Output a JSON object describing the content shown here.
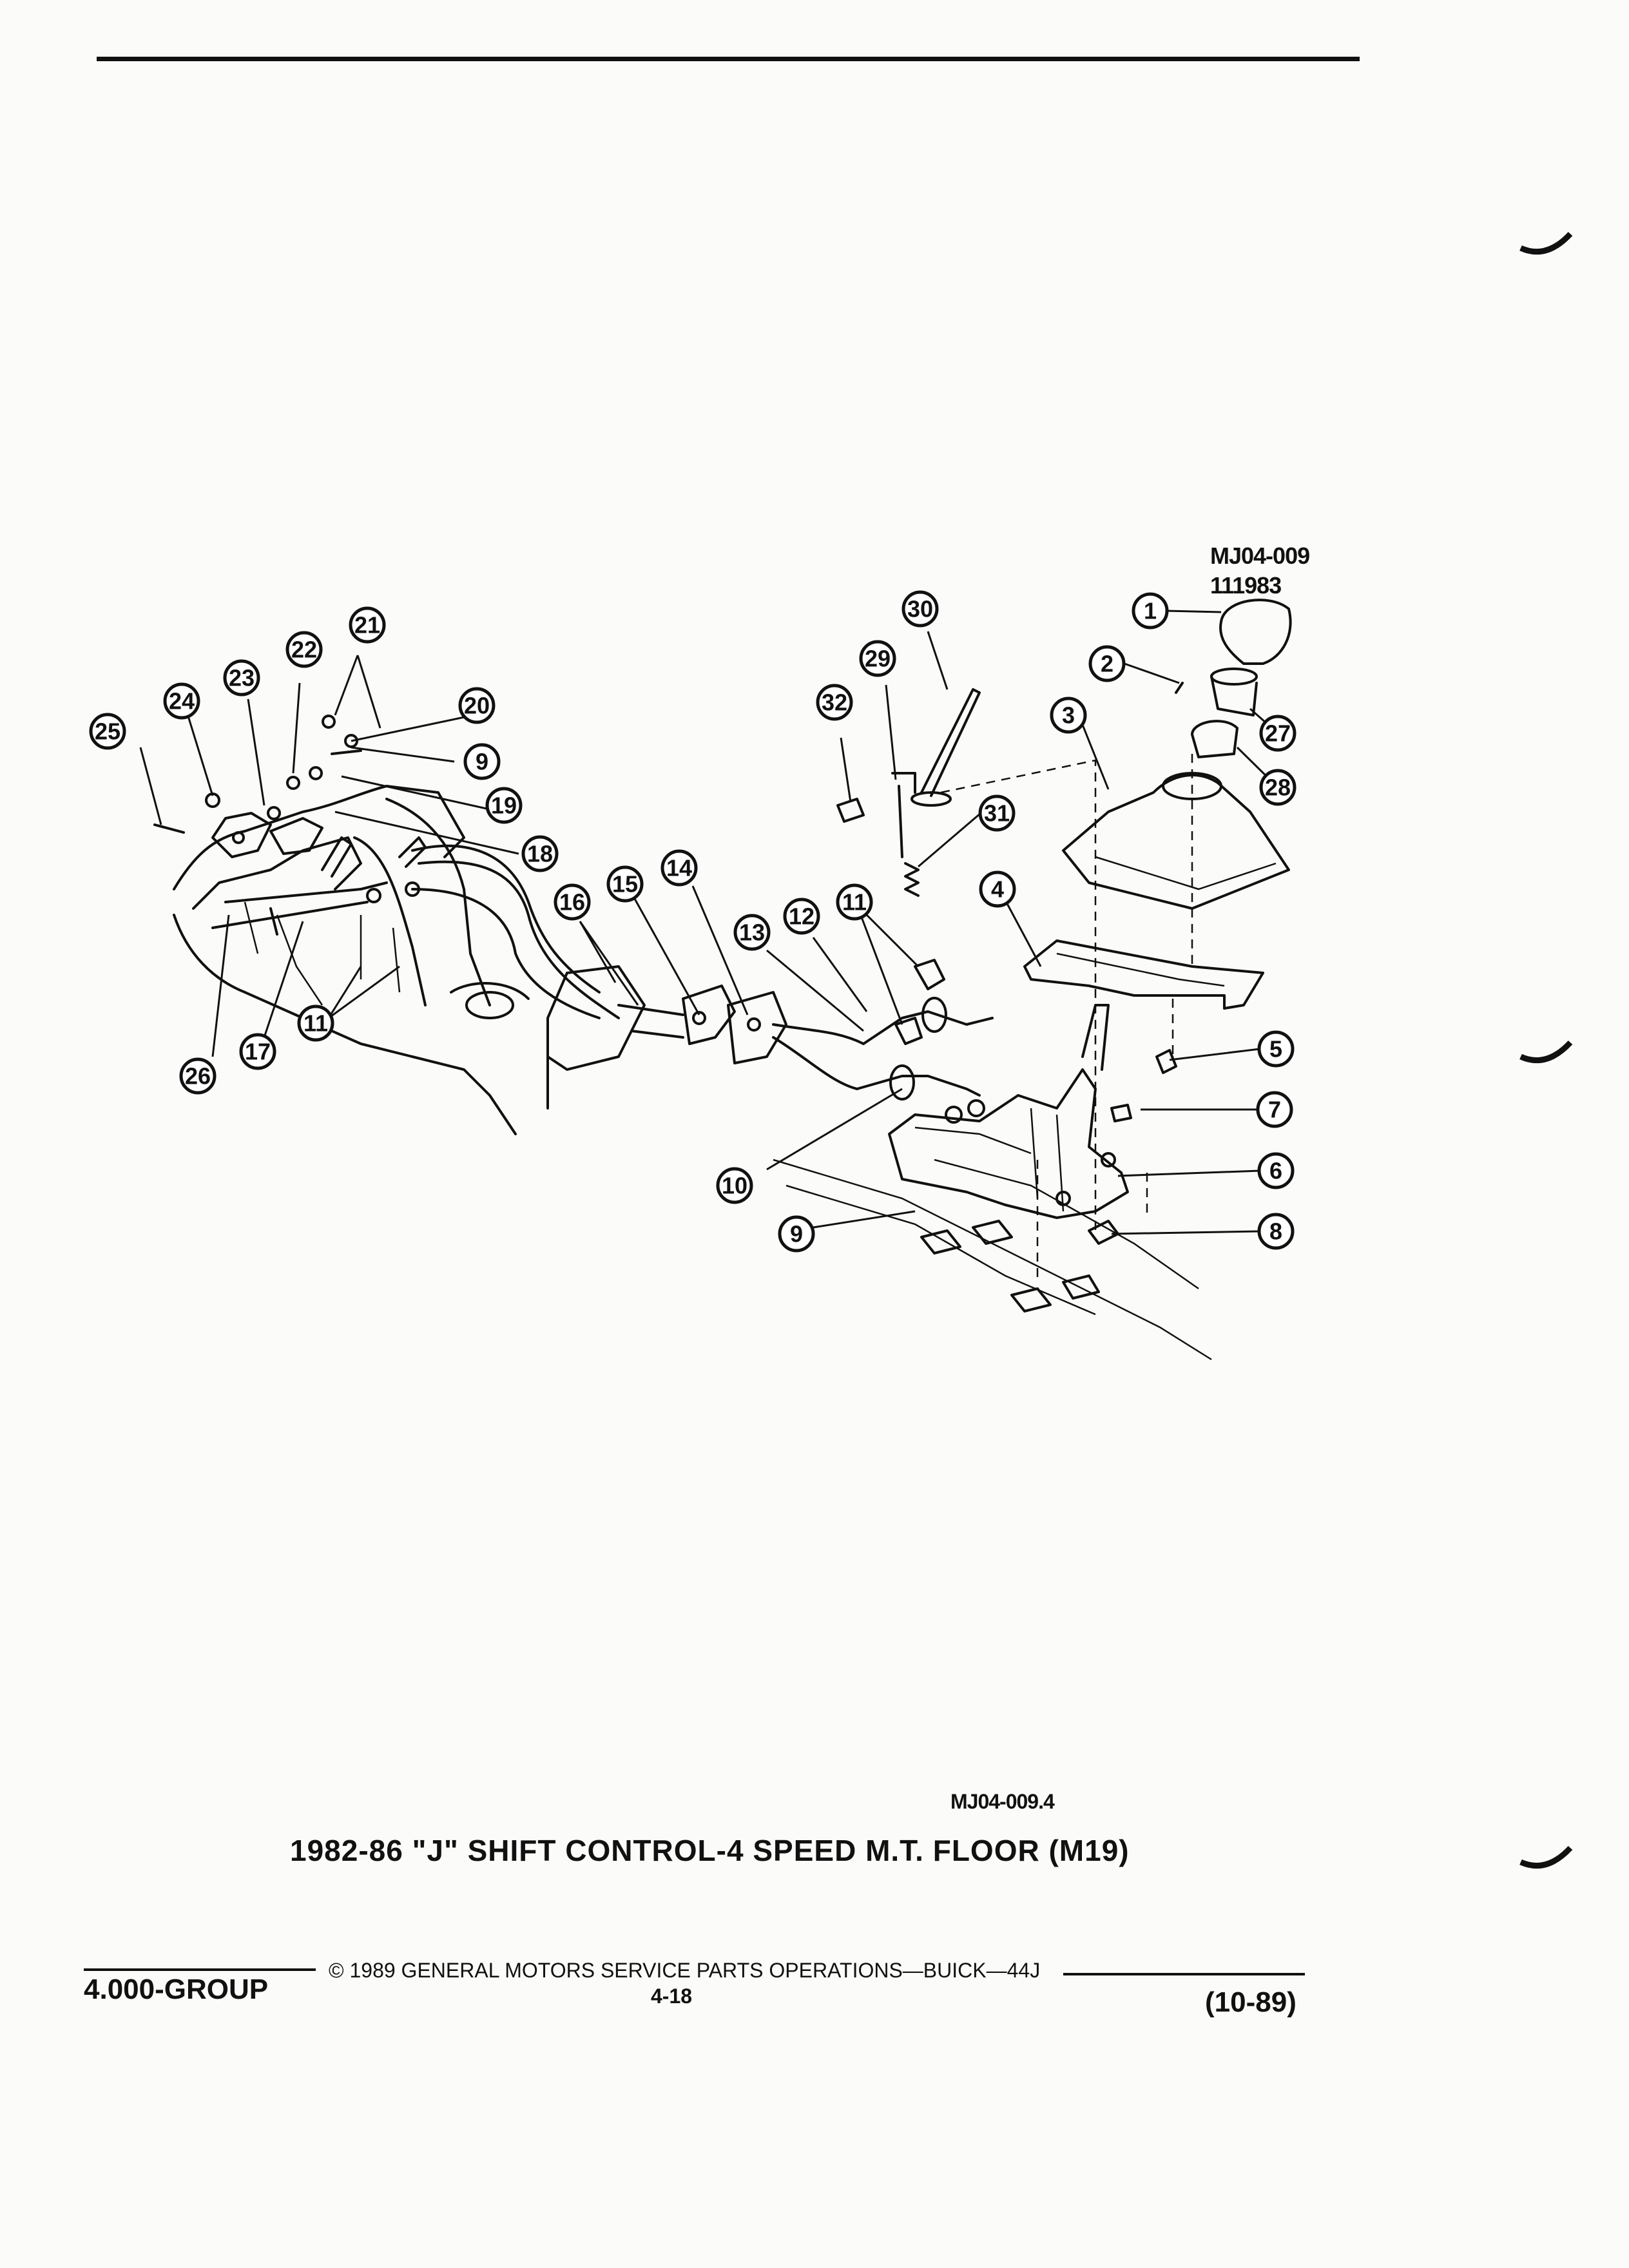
{
  "header": {},
  "diagram": {
    "ref_code": "MJ04-009",
    "ref_number": "111983",
    "bottom_ref_code": "MJ04-009.4",
    "callouts": [
      {
        "id": "c1",
        "label": "1"
      },
      {
        "id": "c2",
        "label": "2"
      },
      {
        "id": "c3",
        "label": "3"
      },
      {
        "id": "c4",
        "label": "4"
      },
      {
        "id": "c5",
        "label": "5"
      },
      {
        "id": "c6",
        "label": "6"
      },
      {
        "id": "c7",
        "label": "7"
      },
      {
        "id": "c8",
        "label": "8"
      },
      {
        "id": "c9a",
        "label": "9"
      },
      {
        "id": "c9b",
        "label": "9"
      },
      {
        "id": "c10",
        "label": "10"
      },
      {
        "id": "c11a",
        "label": "11"
      },
      {
        "id": "c11b",
        "label": "11"
      },
      {
        "id": "c12",
        "label": "12"
      },
      {
        "id": "c13",
        "label": "13"
      },
      {
        "id": "c14",
        "label": "14"
      },
      {
        "id": "c15",
        "label": "15"
      },
      {
        "id": "c16",
        "label": "16"
      },
      {
        "id": "c17",
        "label": "17"
      },
      {
        "id": "c18",
        "label": "18"
      },
      {
        "id": "c19",
        "label": "19"
      },
      {
        "id": "c20",
        "label": "20"
      },
      {
        "id": "c21",
        "label": "21"
      },
      {
        "id": "c22",
        "label": "22"
      },
      {
        "id": "c23",
        "label": "23"
      },
      {
        "id": "c24",
        "label": "24"
      },
      {
        "id": "c25",
        "label": "25"
      },
      {
        "id": "c26",
        "label": "26"
      },
      {
        "id": "c27",
        "label": "27"
      },
      {
        "id": "c28",
        "label": "28"
      },
      {
        "id": "c29",
        "label": "29"
      },
      {
        "id": "c30",
        "label": "30"
      },
      {
        "id": "c31",
        "label": "31"
      },
      {
        "id": "c32",
        "label": "32"
      }
    ]
  },
  "title": "1982-86 \"J\" SHIFT CONTROL-4 SPEED M.T. FLOOR (M19)",
  "footer": {
    "group": "4.000-GROUP",
    "copyright": "© 1989 GENERAL MOTORS SERVICE PARTS OPERATIONS—BUICK—44J",
    "page": "4-18",
    "date": "(10-89)"
  }
}
